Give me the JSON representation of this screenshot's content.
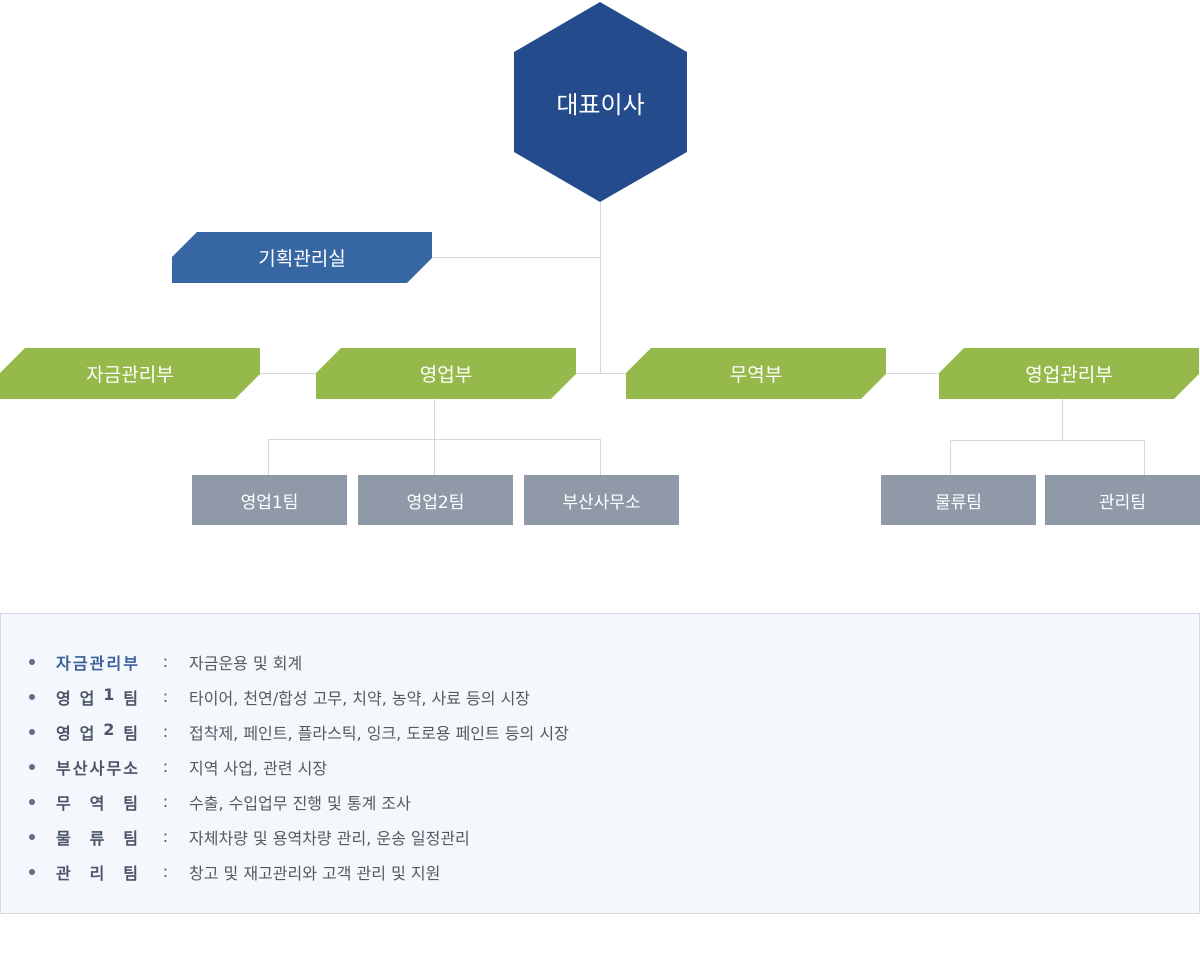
{
  "colors": {
    "ceo": "#244c8c",
    "plan": "#3667a3",
    "dept": "#95b94a",
    "team": "#8f99a8",
    "line": "#d7d7d7",
    "highlight_term": "#3a5f9a"
  },
  "org": {
    "ceo": "대표이사",
    "planning": "기획관리실",
    "departments": [
      "자금관리부",
      "영업부",
      "무역부",
      "영업관리부"
    ],
    "sales_teams": [
      "영업1팀",
      "영업2팀",
      "부산사무소"
    ],
    "admin_teams": [
      "물류팀",
      "관리팀"
    ]
  },
  "descriptions": [
    {
      "term": "자금관리부",
      "text": "자금운용 및 회계"
    },
    {
      "term": "영업1팀",
      "text": "타이어, 천연/합성 고무, 치약, 농약, 사료 등의 시장"
    },
    {
      "term": "영업2팀",
      "text": "접착제, 페인트, 플라스틱, 잉크, 도로용 페인트 등의 시장"
    },
    {
      "term": "부산사무소",
      "text": "지역 사업, 관련 시장"
    },
    {
      "term": "무역팀",
      "text": "수출, 수입업무 진행 및 통계 조사"
    },
    {
      "term": "물류팀",
      "text": "자체차량 및 용역차량 관리, 운송 일정관리"
    },
    {
      "term": "관리팀",
      "text": "창고 및 재고관리와 고객 관리 및 지원"
    }
  ],
  "separator": ":"
}
